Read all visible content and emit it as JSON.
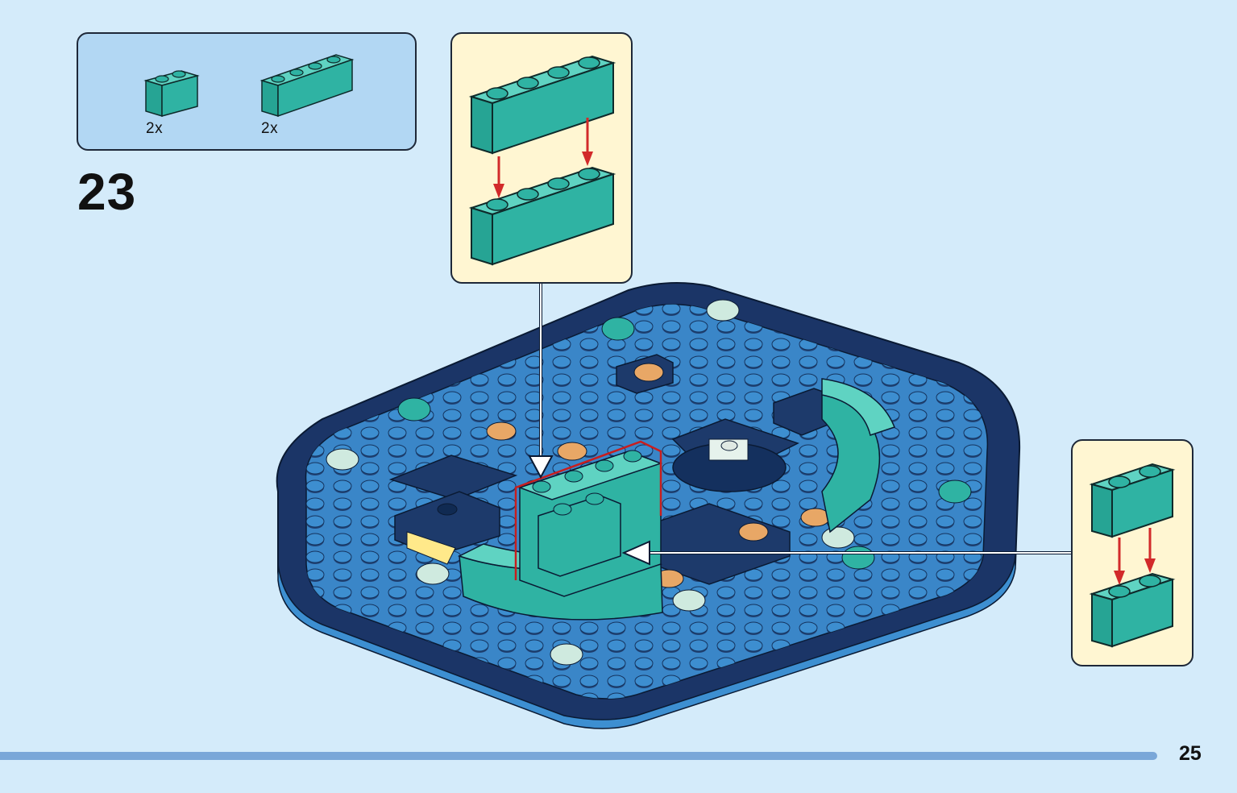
{
  "parts_list": {
    "items": [
      {
        "part": "teal-brick-1x2-icon",
        "quantity": "2x"
      },
      {
        "part": "teal-brick-1x4-icon",
        "quantity": "2x"
      }
    ]
  },
  "step": {
    "number": "23"
  },
  "callouts": [
    {
      "name": "callout-1x4-stack",
      "part": "teal-brick-1x4-icon"
    },
    {
      "name": "callout-1x2-stack",
      "part": "teal-brick-1x2-icon"
    }
  ],
  "colors": {
    "background": "#d4ebfa",
    "parts_box": "#b2d7f3",
    "callout": "#fff6d2",
    "teal": "#2fb3a3",
    "baseplate_dark": "#1d3a6b",
    "baseplate_light": "#3d8fd1",
    "arrow_red": "#d22a2a",
    "page_line": "#7aa7d8"
  },
  "page": {
    "number": "25"
  }
}
